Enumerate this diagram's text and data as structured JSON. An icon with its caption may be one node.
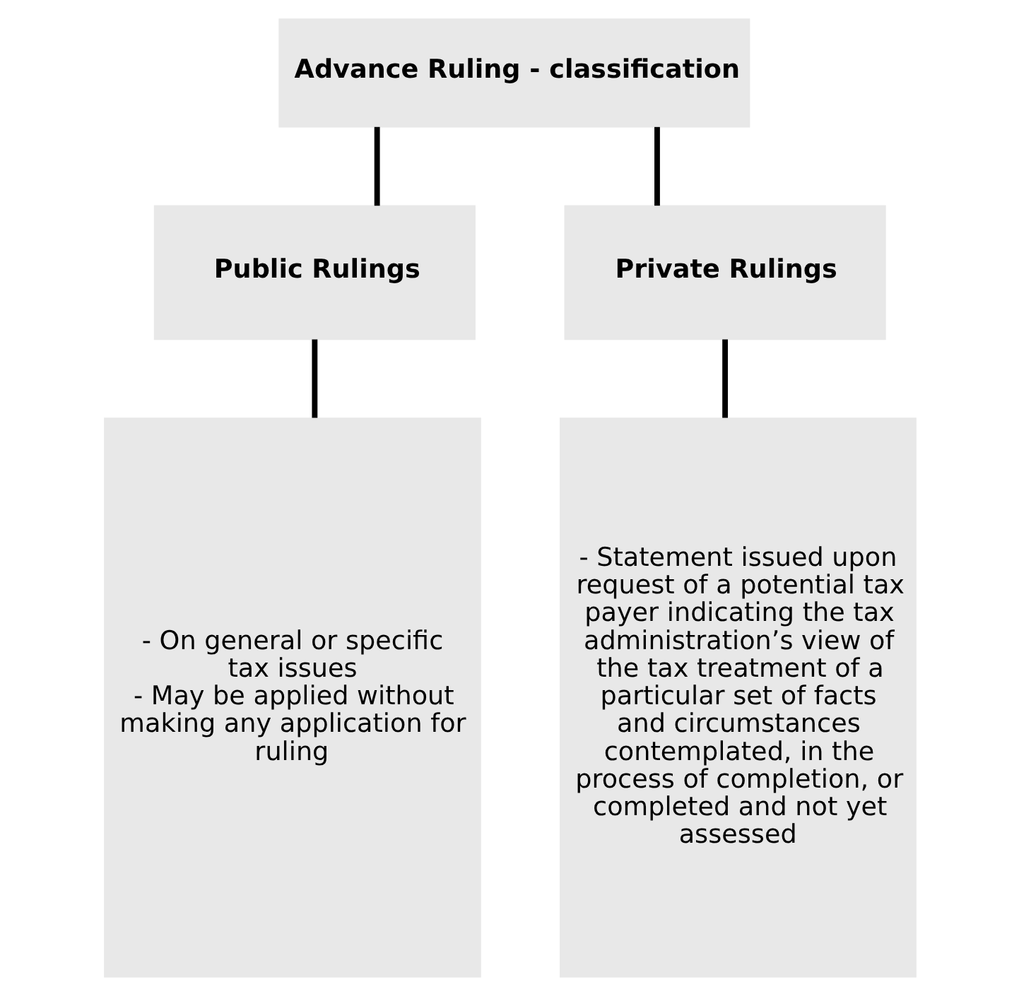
{
  "diagram": {
    "nodes": [
      {
        "text": [
          "Advance Ruling - classification"
        ]
      },
      {
        "text": [
          "Public Rulings"
        ]
      },
      {
        "text": [
          "Private Rulings"
        ]
      },
      {
        "text": [
          "- On general or specific tax issues",
          "- May be applied without making any application for ruling"
        ]
      },
      {
        "text": [
          "- Statement issued upon request of a potential tax payer indicating the tax administration’s view of the tax treatment of a particular set of facts and circumstances contemplated, in the process of completion, or completed and not yet assessed"
        ]
      }
    ],
    "edges": [
      {
        "from": 0,
        "to": 1,
        "arrow": "none"
      },
      {
        "from": 0,
        "to": 2,
        "arrow": "none"
      },
      {
        "from": 1,
        "to": 3,
        "arrow": "none"
      },
      {
        "from": 2,
        "to": 4,
        "arrow": "none"
      }
    ]
  }
}
